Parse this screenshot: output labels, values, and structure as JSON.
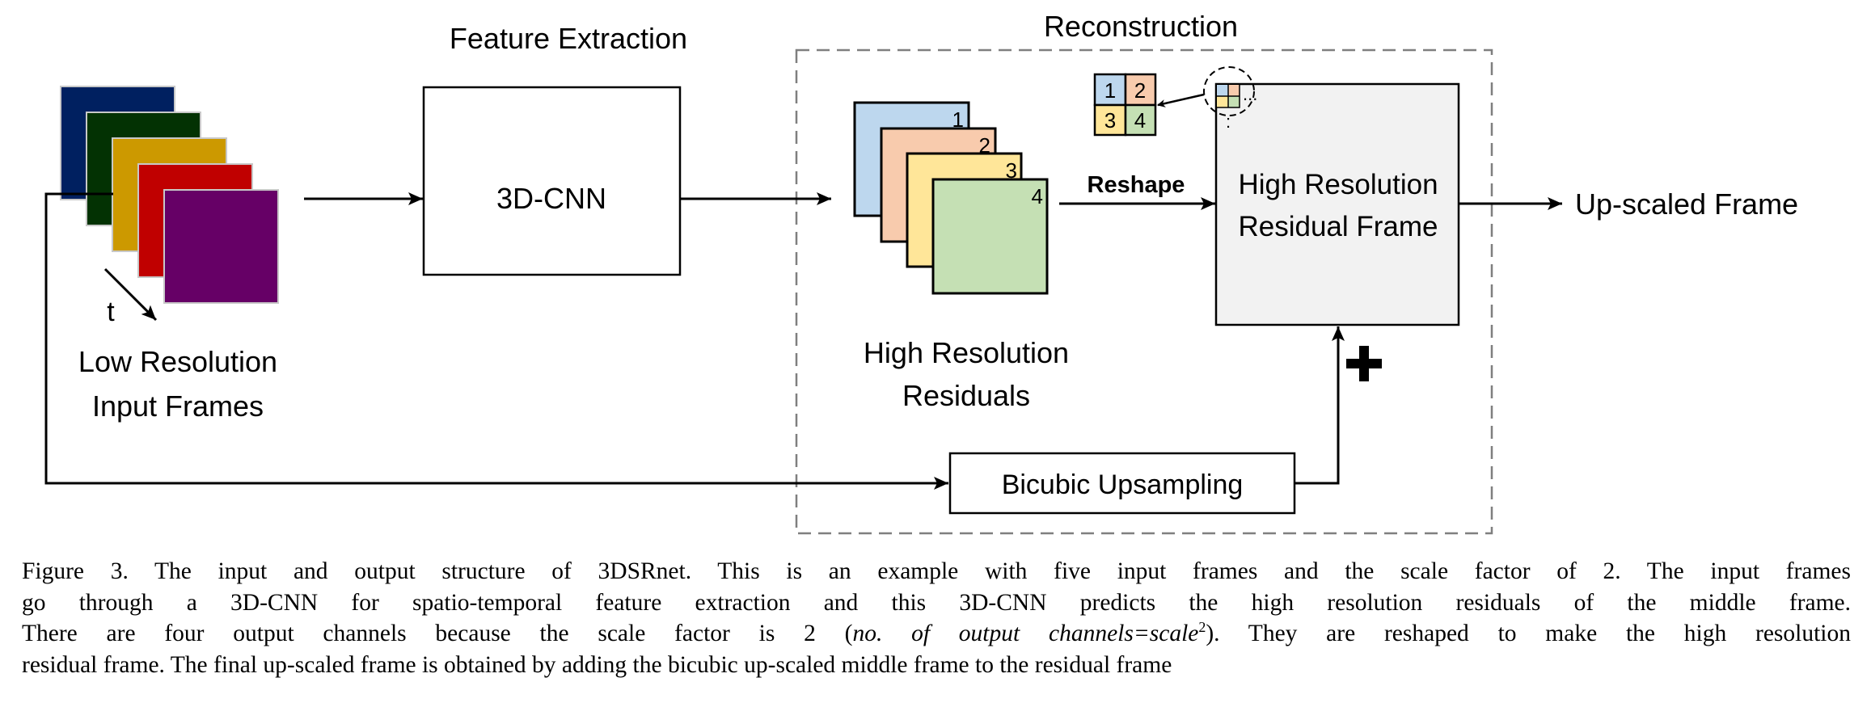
{
  "labels": {
    "feature_extraction": "Feature Extraction",
    "reconstruction": "Reconstruction",
    "cnn": "3D-CNN",
    "time_axis": "t",
    "low_res_line1": "Low Resolution",
    "low_res_line2": "Input Frames",
    "hr_residuals_line1": "High Resolution",
    "hr_residuals_line2": "Residuals",
    "reshape": "Reshape",
    "hr_frame_line1": "High Resolution",
    "hr_frame_line2": "Residual Frame",
    "output": "Up-scaled Frame",
    "bicubic": "Bicubic Upsampling",
    "residual_numbers": [
      "1",
      "2",
      "3",
      "4"
    ],
    "ellipsis_h": "...",
    "ellipsis_v": ":"
  },
  "colors": {
    "input_frames": [
      "#002060",
      "#033203",
      "#cc9900",
      "#c00000",
      "#660066"
    ],
    "residuals": [
      "#bdd7ee",
      "#f8cbad",
      "#ffe699",
      "#c5e0b4"
    ],
    "hr_frame_fill": "#f2f2f2",
    "dashed_border": "#7f7f7f"
  },
  "caption": {
    "lines": [
      "Figure 3. The input and output structure of 3DSRnet. This is an example with five input frames and the scale factor of 2. The input frames",
      "go through a 3D-CNN for spatio-temporal feature extraction and this 3D-CNN predicts the high resolution residuals of the middle frame.",
      "",
      "residual frame. The final up-scaled frame is obtained by adding the bicubic up-scaled middle frame to the residual frame"
    ],
    "line3_pre": "There are four output channels because the scale factor is 2 (",
    "line3_italic": "no. of output channels=scale",
    "line3_sup": "2",
    "line3_post": "). They are reshaped to make the high resolution"
  }
}
